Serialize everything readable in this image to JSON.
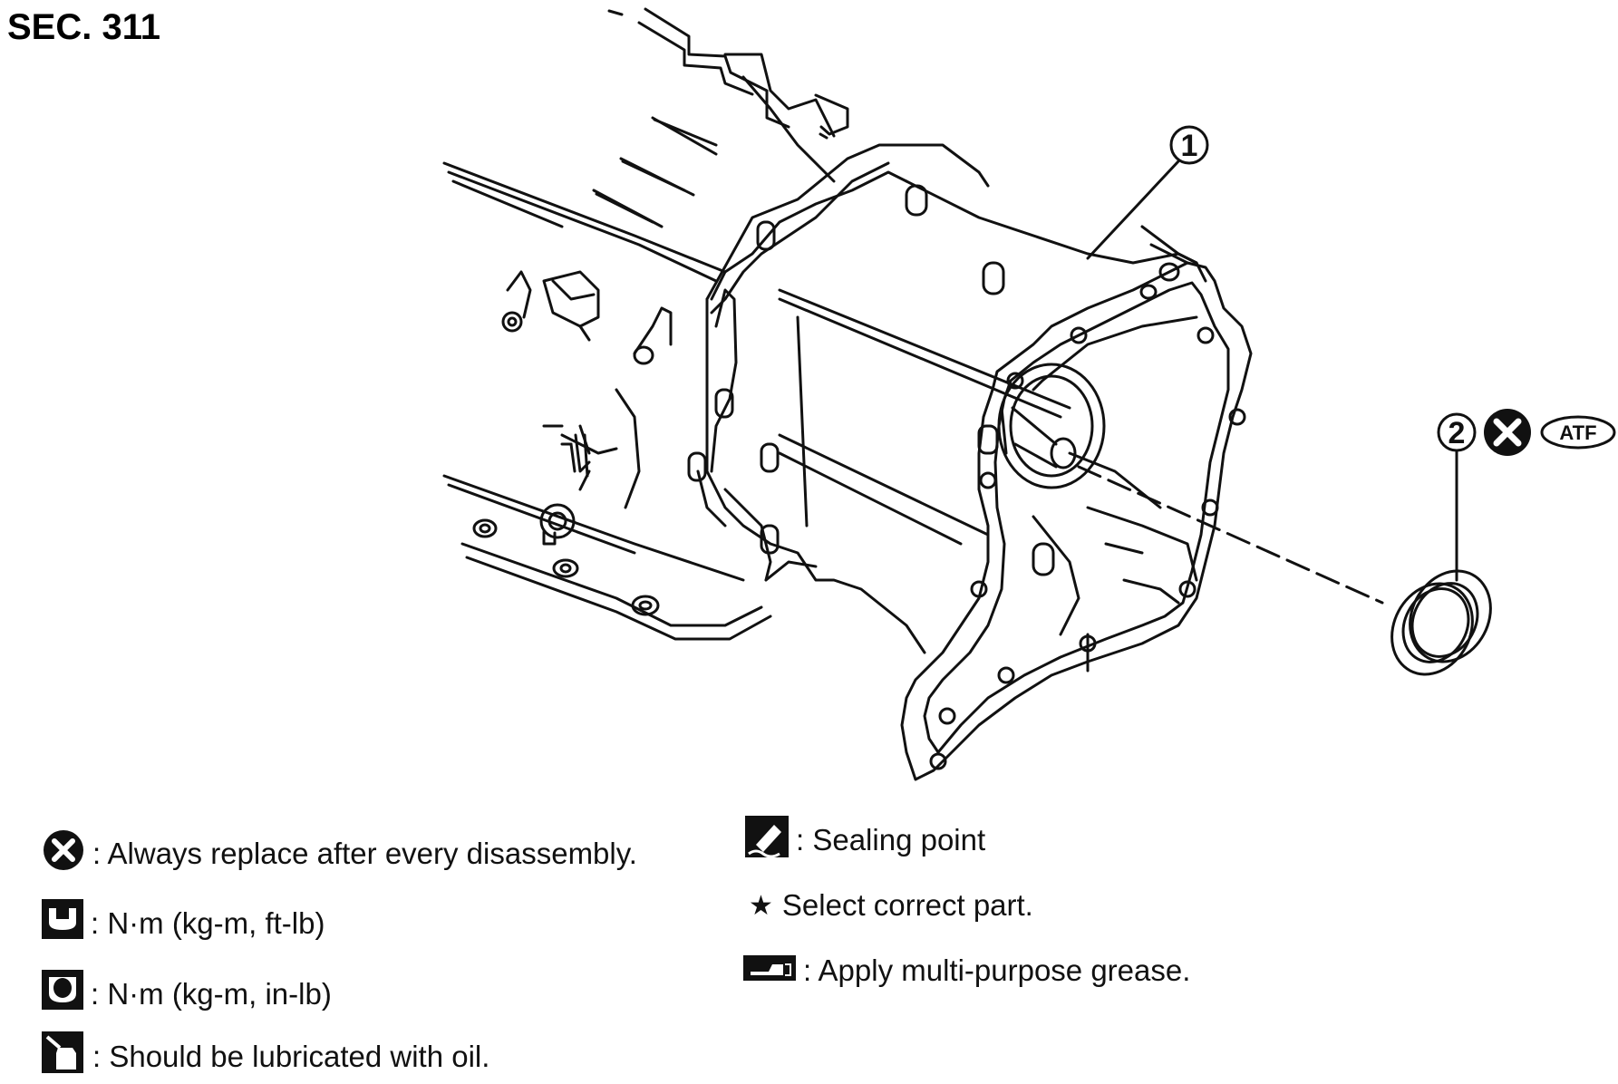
{
  "section_label": "SEC. 311",
  "callouts": {
    "part1": "1",
    "part2": "2",
    "atf_badge": "ATF"
  },
  "legend": {
    "always_replace": ": Always replace after every disassembly.",
    "torque_ft_lb": ": N·m (kg-m, ft-lb)",
    "torque_in_lb": ": N·m (kg-m, in-lb)",
    "lubricate_oil": ": Should be lubricated with oil.",
    "sealing_point": ": Sealing point",
    "select_part": "Select correct part.",
    "multi_purpose_grease": ": Apply multi-purpose grease."
  },
  "icons": {
    "always_replace": "x-circle-icon",
    "torque_ft_lb": "wrench-icon",
    "torque_in_lb": "wrench-filled-icon",
    "lubricate_oil": "oil-can-icon",
    "sealing_point": "sealant-tube-icon",
    "select_part": "star-icon",
    "multi_purpose_grease": "grease-gun-icon"
  },
  "colors": {
    "line": "#111111",
    "background": "#ffffff"
  }
}
